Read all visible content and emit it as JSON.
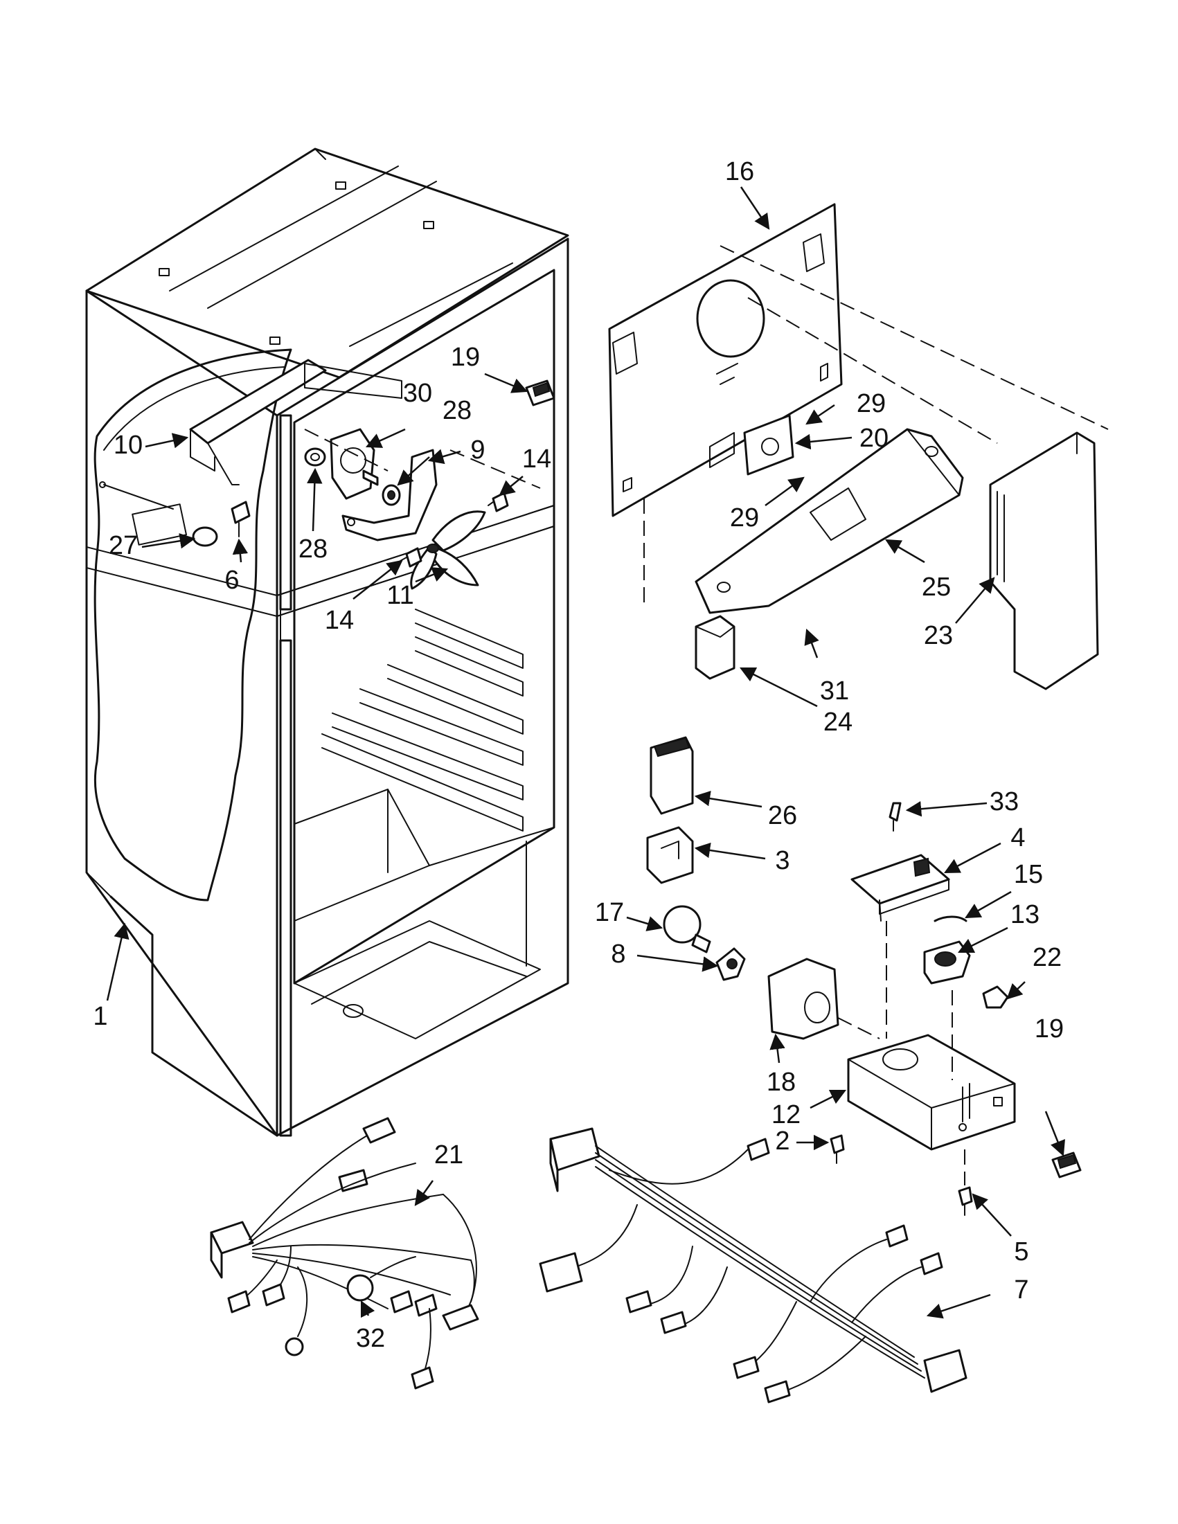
{
  "callouts": [
    {
      "id": "c1",
      "text": "1"
    },
    {
      "id": "c2",
      "text": "2"
    },
    {
      "id": "c3",
      "text": "3"
    },
    {
      "id": "c4",
      "text": "4"
    },
    {
      "id": "c5",
      "text": "5"
    },
    {
      "id": "c6",
      "text": "6"
    },
    {
      "id": "c7",
      "text": "7"
    },
    {
      "id": "c8",
      "text": "8"
    },
    {
      "id": "c9",
      "text": "9"
    },
    {
      "id": "c10",
      "text": "10"
    },
    {
      "id": "c11",
      "text": "11"
    },
    {
      "id": "c12",
      "text": "12"
    },
    {
      "id": "c13",
      "text": "13"
    },
    {
      "id": "c14a",
      "text": "14"
    },
    {
      "id": "c14b",
      "text": "14"
    },
    {
      "id": "c15",
      "text": "15"
    },
    {
      "id": "c16",
      "text": "16"
    },
    {
      "id": "c17",
      "text": "17"
    },
    {
      "id": "c18",
      "text": "18"
    },
    {
      "id": "c19a",
      "text": "19"
    },
    {
      "id": "c19b",
      "text": "19"
    },
    {
      "id": "c20",
      "text": "20"
    },
    {
      "id": "c21",
      "text": "21"
    },
    {
      "id": "c22",
      "text": "22"
    },
    {
      "id": "c23",
      "text": "23"
    },
    {
      "id": "c24",
      "text": "24"
    },
    {
      "id": "c25",
      "text": "25"
    },
    {
      "id": "c26",
      "text": "26"
    },
    {
      "id": "c27",
      "text": "27"
    },
    {
      "id": "c28a",
      "text": "28"
    },
    {
      "id": "c28b",
      "text": "28"
    },
    {
      "id": "c29a",
      "text": "29"
    },
    {
      "id": "c29b",
      "text": "29"
    },
    {
      "id": "c30",
      "text": "30"
    },
    {
      "id": "c31",
      "text": "31"
    },
    {
      "id": "c32",
      "text": "32"
    },
    {
      "id": "c33",
      "text": "33"
    }
  ]
}
